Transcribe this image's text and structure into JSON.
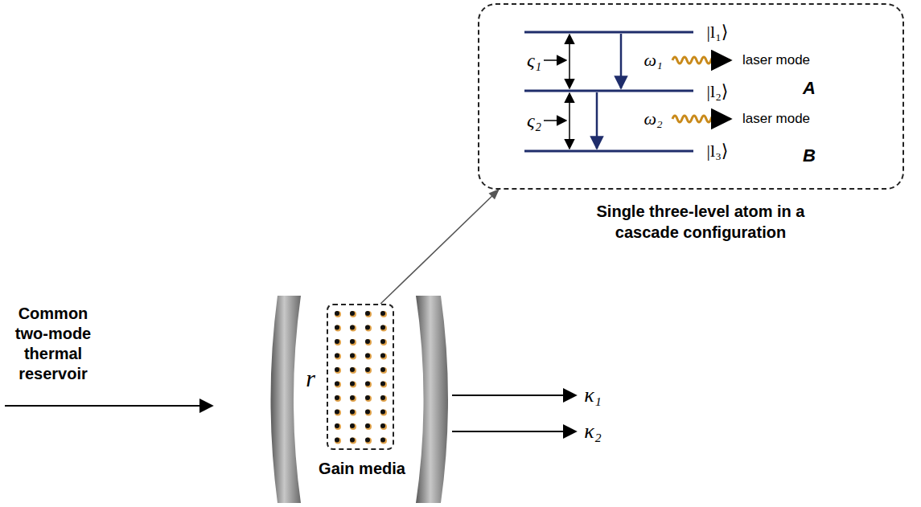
{
  "diagram": {
    "nodes": [
      {
        "text": [
          "Single three-level atom in a cascade configuration"
        ]
      },
      {
        "text": [
          "Gain media"
        ]
      }
    ],
    "edges": [
      {
        "from": 1,
        "to": 0,
        "arrow": "to"
      }
    ],
    "labels": [
      "Common two-mode thermal reservoir",
      "r",
      "κ₁",
      "κ₂",
      "|l₁⟩",
      "|l₂⟩",
      "|l₃⟩",
      "ς₁",
      "ς₂",
      "ω₁",
      "ω₂",
      "laser mode",
      "laser mode",
      "A",
      "B"
    ]
  }
}
